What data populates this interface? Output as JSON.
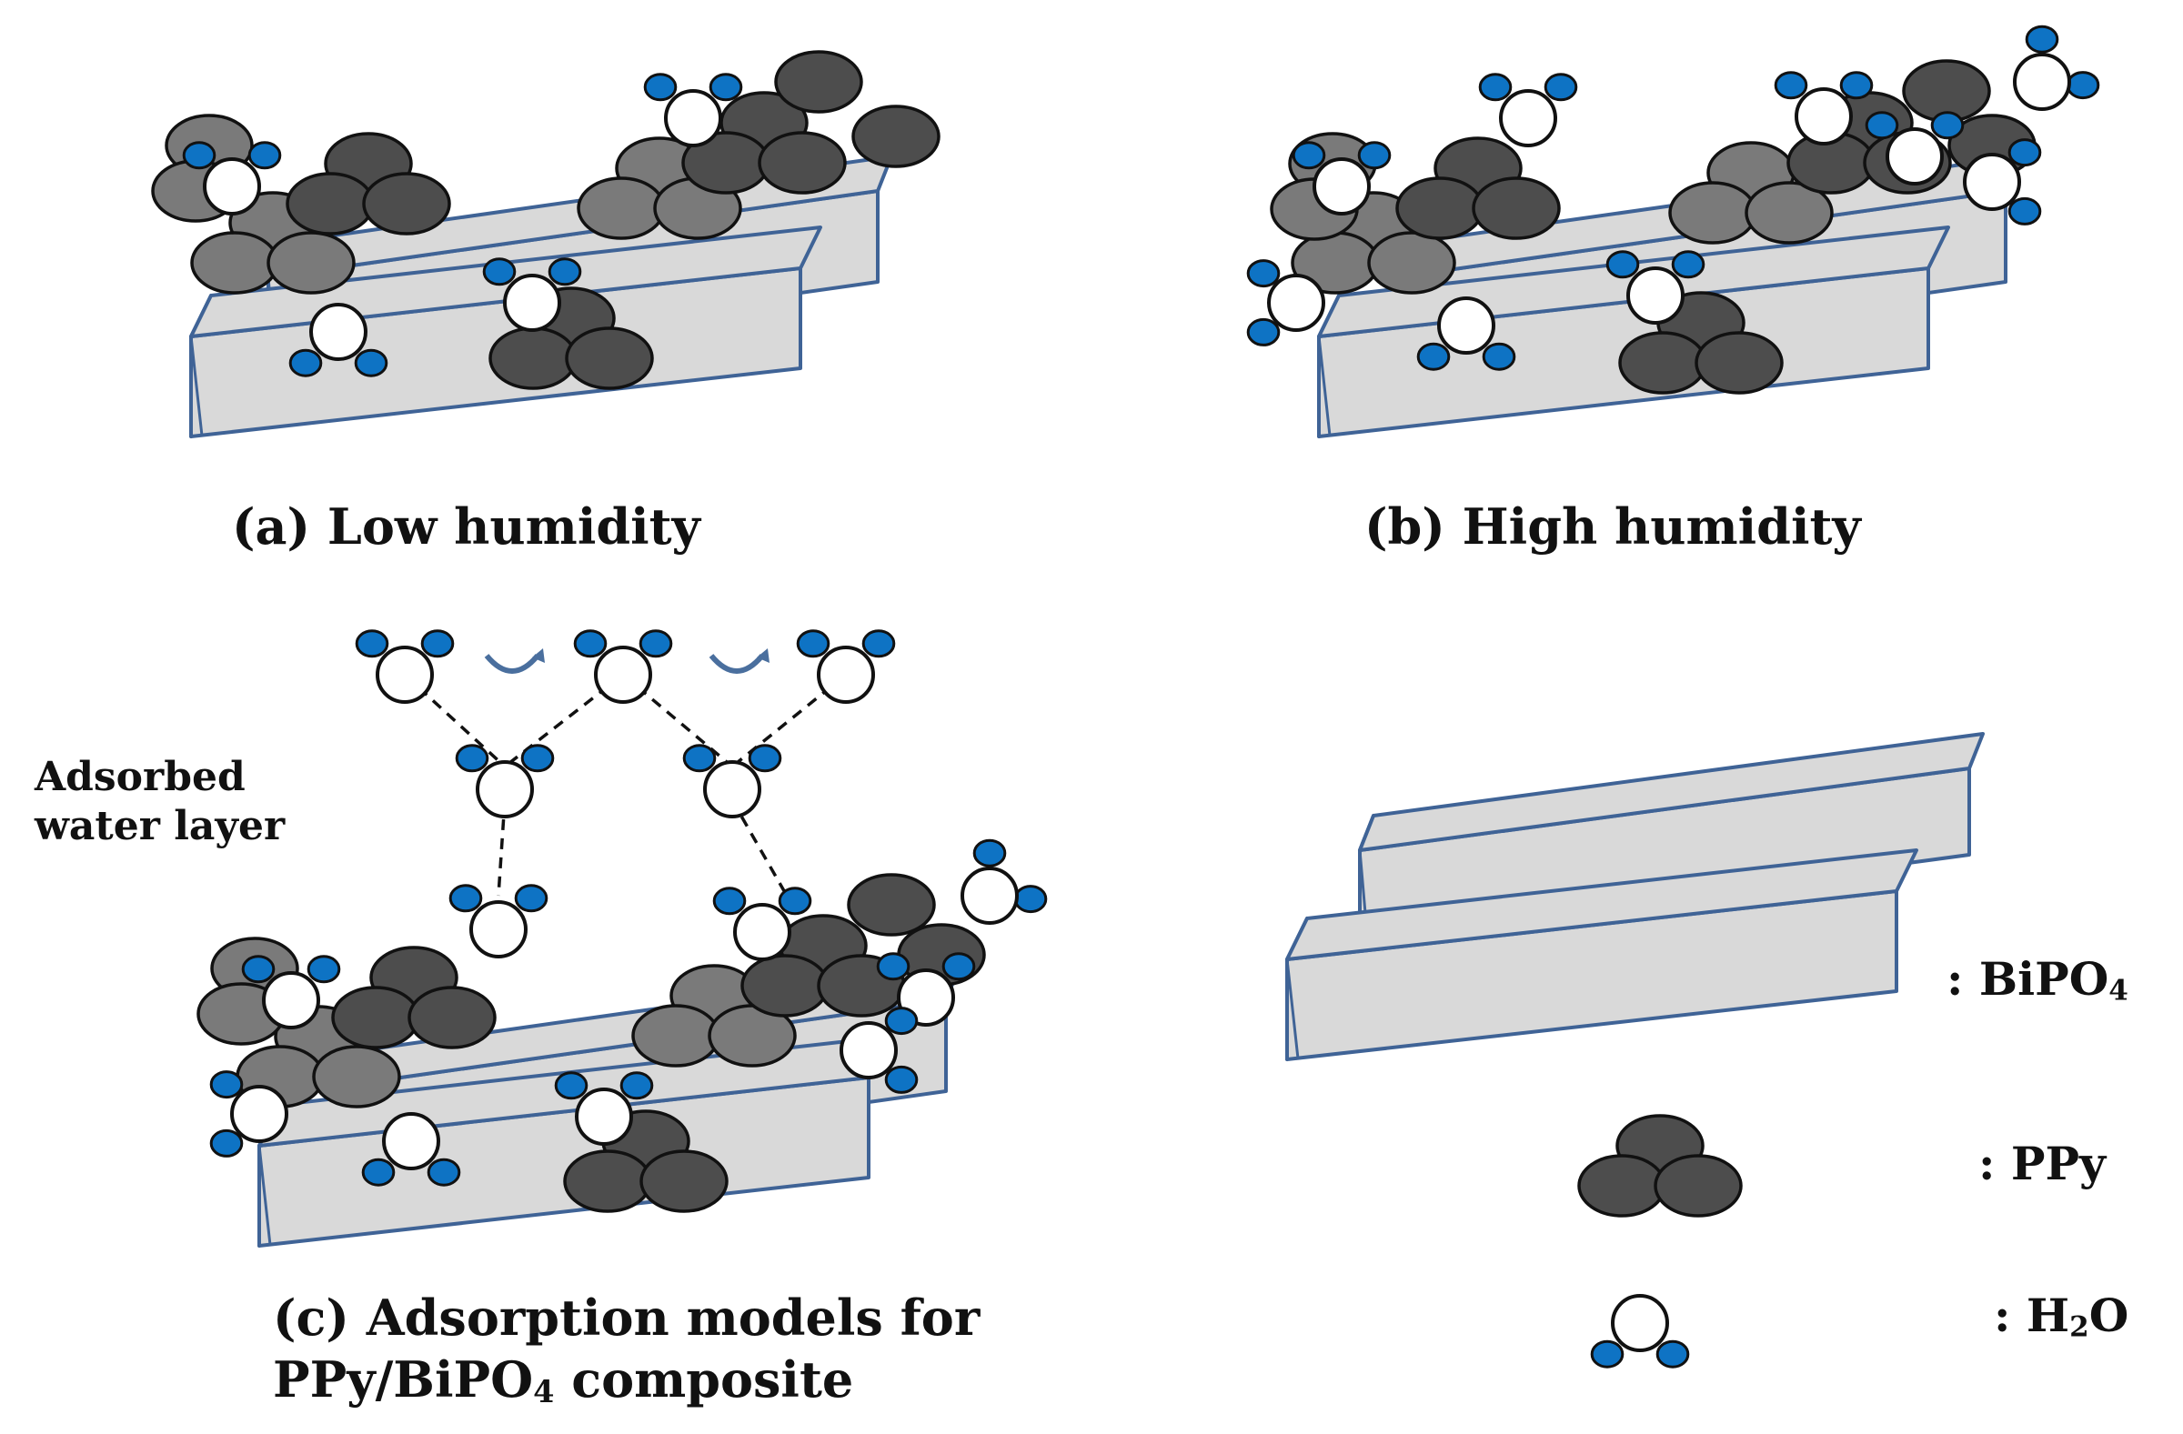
{
  "panels": {
    "a": {
      "caption": "(a) Low humidity"
    },
    "b": {
      "caption": "(b) High humidity"
    },
    "c": {
      "caption_line1": "(c) Adsorption models for",
      "caption_line2_a": "PPy/BiPO",
      "caption_line2_sub": "4",
      "caption_line2_b": " composite",
      "side_label_line1": "Adsorbed",
      "side_label_line2": "water layer"
    }
  },
  "legend": {
    "bipo4_a": ": BiPO",
    "bipo4_sub": "4",
    "ppy": ": PPy",
    "h2o_a": ": H",
    "h2o_sub": "2",
    "h2o_b": "O"
  },
  "colors": {
    "rod_fill": "#d9d9d9",
    "rod_side": "#b4b4b4",
    "rod_stroke": "#3f6396",
    "ppy_dark": "#4d4d4d",
    "ppy_mid": "#7a7a7a",
    "oxygen": "#ffffff",
    "hydrogen": "#0e73c4",
    "outline": "#111111"
  }
}
